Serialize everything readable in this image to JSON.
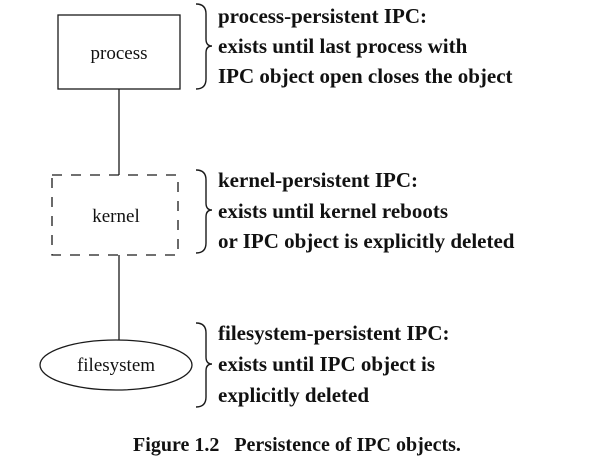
{
  "diagram": {
    "nodes": {
      "process": {
        "label": "process",
        "shape": "rectangle",
        "border": "solid"
      },
      "kernel": {
        "label": "kernel",
        "shape": "rectangle",
        "border": "dashed"
      },
      "filesystem": {
        "label": "filesystem",
        "shape": "ellipse",
        "border": "solid"
      }
    },
    "notes": {
      "process": [
        "process-persistent IPC:",
        "exists until last process with",
        "IPC object open closes the object"
      ],
      "kernel": [
        "kernel-persistent IPC:",
        "exists until kernel reboots",
        "or IPC object is explicitly deleted"
      ],
      "filesystem": [
        "filesystem-persistent IPC:",
        "exists until IPC object is",
        "explicitly deleted"
      ]
    },
    "caption": "Figure 1.2   Persistence of IPC objects.",
    "colors": {
      "ink": "#111111",
      "background": "#ffffff"
    }
  }
}
